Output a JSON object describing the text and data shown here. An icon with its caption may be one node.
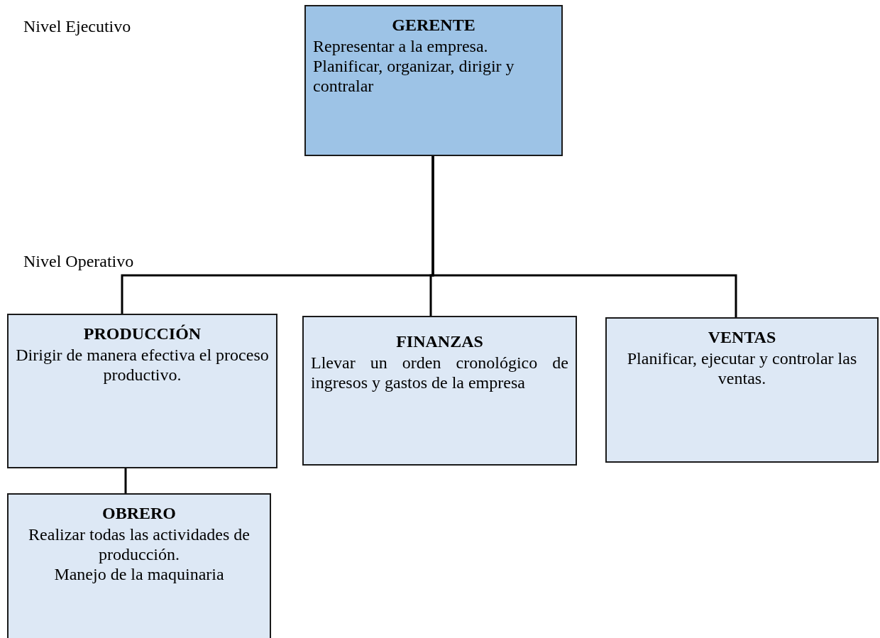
{
  "diagram": {
    "nodes": [
      {
        "text": [
          "GERENTE",
          "Representar a la empresa.",
          "Planificar, organizar, dirigir y contralar"
        ]
      },
      {
        "text": [
          "PRODUCCIÓN",
          "Dirigir de manera efectiva el proceso productivo."
        ]
      },
      {
        "text": [
          "FINANZAS",
          "Llevar un orden cronológico de ingresos y gastos de la empresa"
        ]
      },
      {
        "text": [
          "VENTAS",
          "Planificar, ejecutar y controlar las ventas."
        ]
      },
      {
        "text": [
          "OBRERO",
          "Realizar todas las actividades de producción.",
          "Manejo de la maquinaria"
        ]
      }
    ],
    "edges": [
      {
        "from": 0,
        "to": 1,
        "arrow": "none"
      },
      {
        "from": 0,
        "to": 2,
        "arrow": "none"
      },
      {
        "from": 0,
        "to": 3,
        "arrow": "none"
      },
      {
        "from": 1,
        "to": 4,
        "arrow": "none"
      }
    ],
    "labels": [
      "Nivel Ejecutivo",
      "Nivel Operativo"
    ]
  }
}
